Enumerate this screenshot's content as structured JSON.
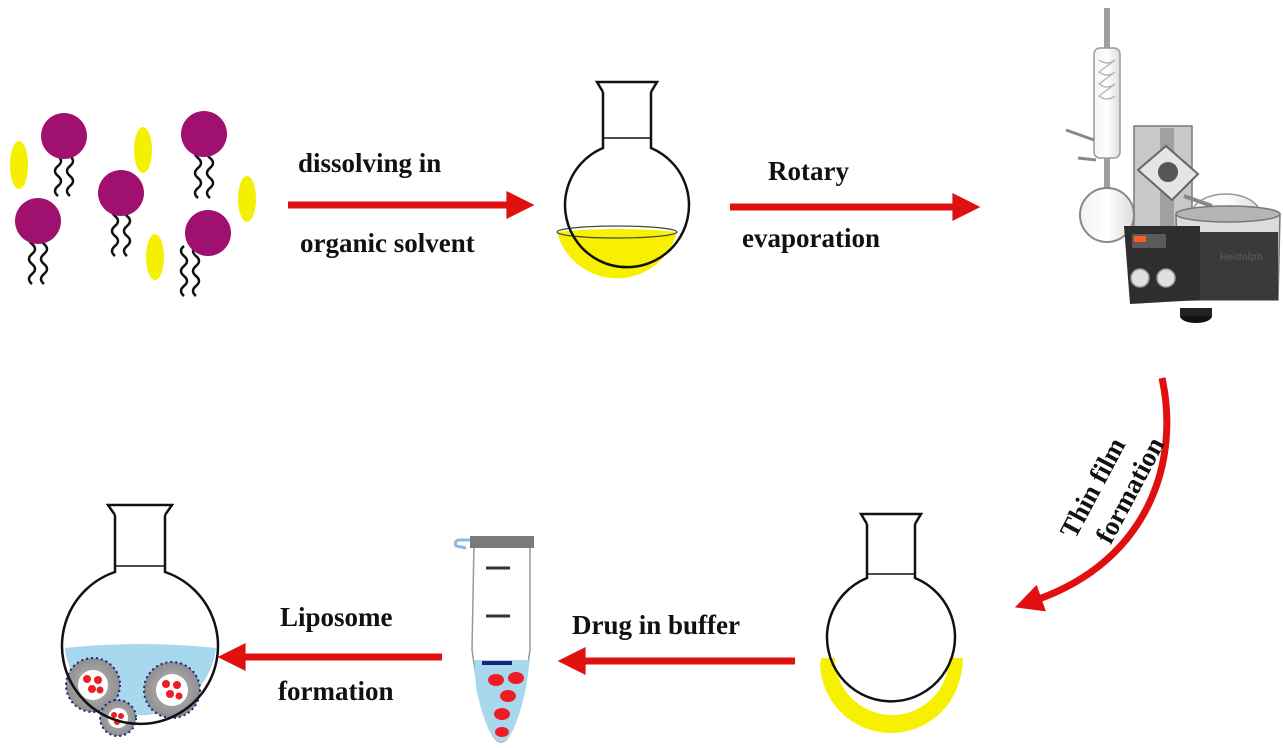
{
  "labels": {
    "dissolving_line1": "dissolving in",
    "dissolving_line2": "organic solvent",
    "rotary_line1": "Rotary",
    "rotary_line2": "evaporation",
    "thin_film_line1": "Thin film",
    "thin_film_line2": "formation",
    "drug_buffer": "Drug  in buffer",
    "liposome_line1": "Liposome",
    "liposome_line2": "formation",
    "evaporator_brand": "Heidolph"
  },
  "colors": {
    "arrow": "#e01010",
    "lipid_head": "#a0106e",
    "cholesterol": "#f4f000",
    "solution": "#f7f000",
    "buffer": "#a8d8ee",
    "drug": "#ee1c24",
    "membrane": "#1a237e"
  }
}
